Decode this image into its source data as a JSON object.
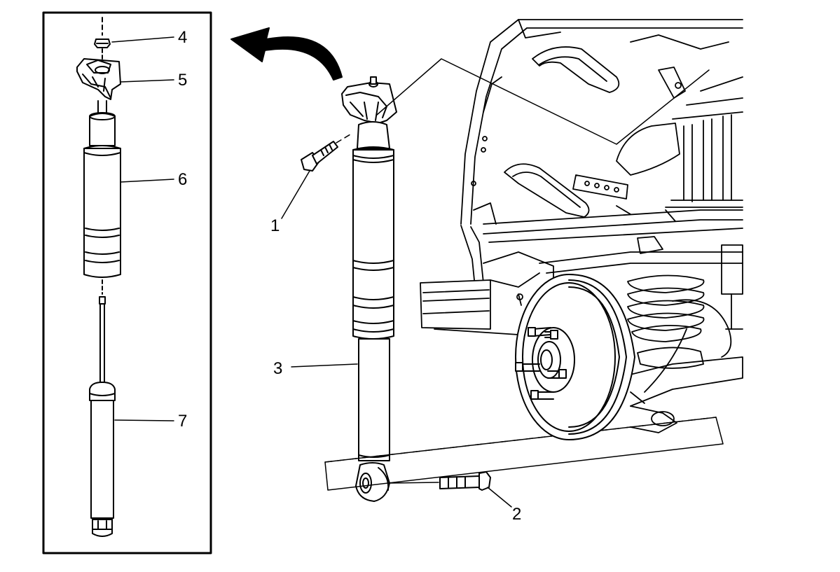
{
  "colors": {
    "ink": "#000000",
    "paper": "#ffffff",
    "shade": "#e6e6e6"
  },
  "callouts": [
    {
      "id": "fastener-upper-bolt",
      "label": "1"
    },
    {
      "id": "fastener-lower-bolt",
      "label": "2"
    },
    {
      "id": "shock-absorber-assembly",
      "label": "3"
    },
    {
      "id": "nut",
      "label": "4"
    },
    {
      "id": "upper-mount",
      "label": "5"
    },
    {
      "id": "dust-boot",
      "label": "6"
    },
    {
      "id": "shock-absorber",
      "label": "7"
    }
  ],
  "icons": {
    "removal-arrow": "curved-arrow-left"
  }
}
